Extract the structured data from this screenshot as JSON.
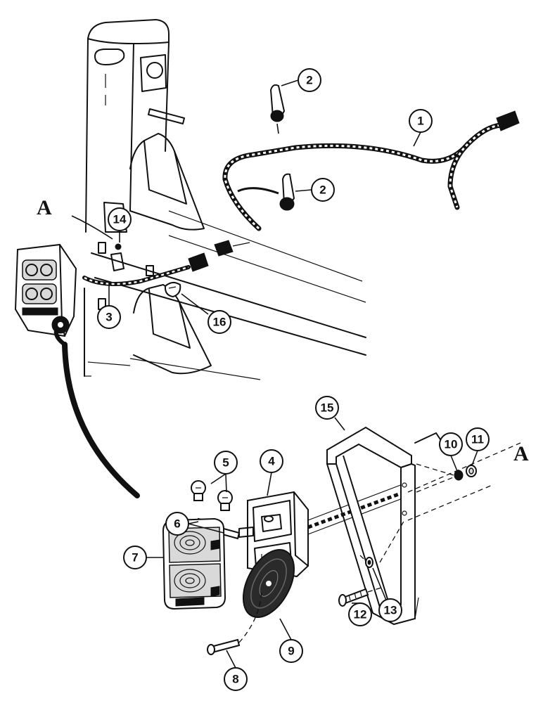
{
  "callouts": [
    {
      "id": "c1",
      "label": "1"
    },
    {
      "id": "c2a",
      "label": "2"
    },
    {
      "id": "c2b",
      "label": "2"
    },
    {
      "id": "c3",
      "label": "3"
    },
    {
      "id": "c4",
      "label": "4"
    },
    {
      "id": "c5",
      "label": "5"
    },
    {
      "id": "c6",
      "label": "6"
    },
    {
      "id": "c7",
      "label": "7"
    },
    {
      "id": "c8",
      "label": "8"
    },
    {
      "id": "c9",
      "label": "9"
    },
    {
      "id": "c10",
      "label": "10"
    },
    {
      "id": "c11",
      "label": "11"
    },
    {
      "id": "c12",
      "label": "12"
    },
    {
      "id": "c13",
      "label": "13"
    },
    {
      "id": "c14",
      "label": "14"
    },
    {
      "id": "c15",
      "label": "15"
    },
    {
      "id": "c16",
      "label": "16"
    }
  ],
  "section_marks": {
    "left": "A",
    "right": "A"
  }
}
